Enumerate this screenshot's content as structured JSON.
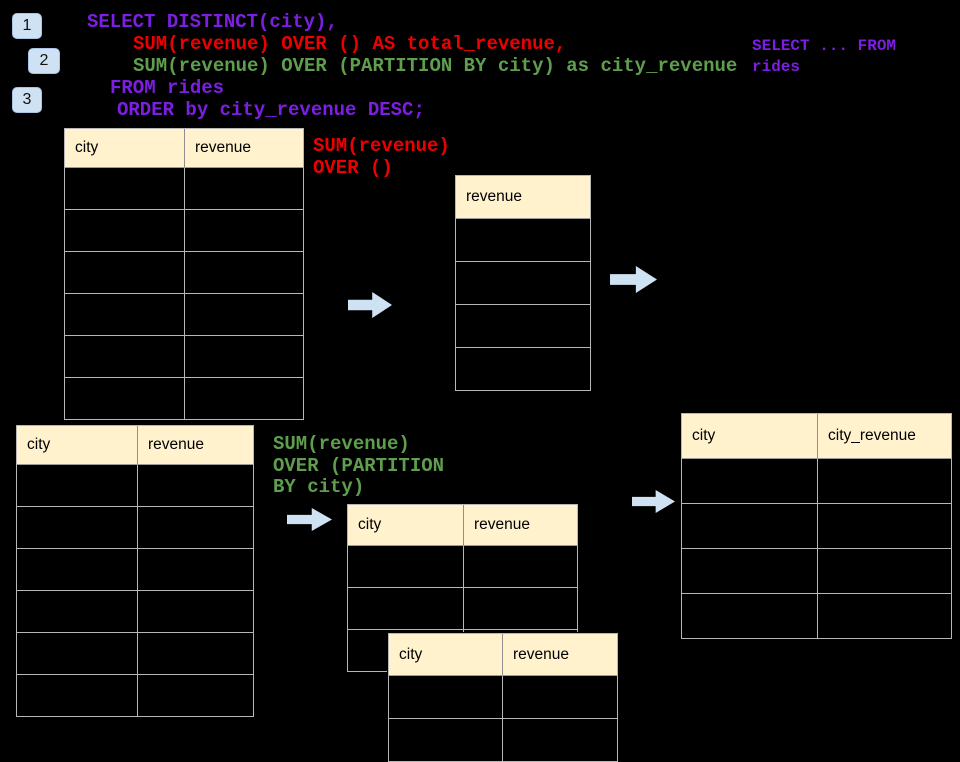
{
  "palette": {
    "background": "#000000",
    "purple": "#7d1ee3",
    "red": "#ee0000",
    "green": "#5f9e4e",
    "arrow_blue": "#cfe2f3",
    "header_cream": "#fff2cc",
    "table_border_gray": "#b7b7b7"
  },
  "badges": {
    "one": "1",
    "two": "2",
    "three": "3"
  },
  "sql": {
    "line1": "SELECT DISTINCT(city),",
    "line2": "SUM(revenue) OVER () AS total_revenue,",
    "line3": "SUM(revenue) OVER (PARTITION BY city) as city_revenue",
    "line4": "FROM rides",
    "line5": "ORDER by city_revenue DESC;"
  },
  "side_note": "SELECT ... FROM\nrides",
  "annotations": {
    "total_revenue": "SUM(revenue)\nOVER ()",
    "partition": "SUM(revenue)\nOVER (PARTITION\nBY city)"
  },
  "tables": {
    "source_top": {
      "headers": [
        "city",
        "revenue"
      ],
      "row_count": 6
    },
    "total_result": {
      "headers": [
        "revenue"
      ],
      "row_count": 4
    },
    "source_bottom": {
      "headers": [
        "city",
        "revenue"
      ],
      "row_count": 6
    },
    "partition_mid": {
      "headers": [
        "city",
        "revenue"
      ],
      "row_count": 3
    },
    "partition_overlay": {
      "headers": [
        "city",
        "revenue"
      ],
      "row_count": 2
    },
    "city_result": {
      "headers": [
        "city",
        "city_revenue"
      ],
      "row_count": 4
    }
  }
}
